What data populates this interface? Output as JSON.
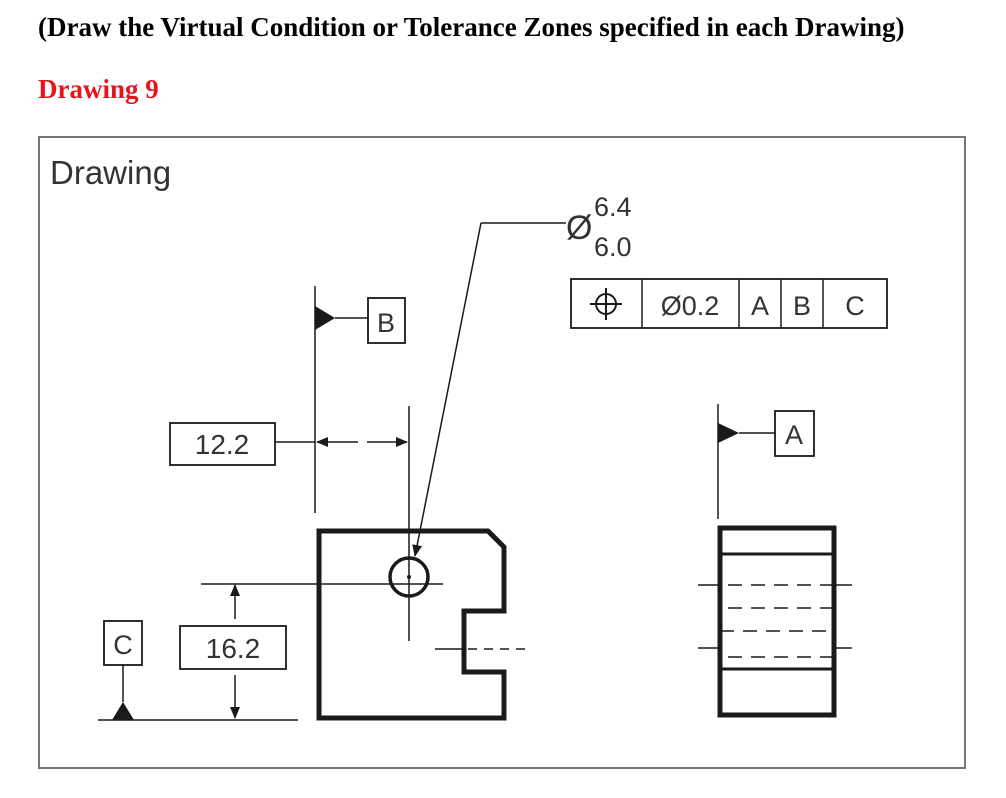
{
  "heading": "(Draw the Virtual Condition or Tolerance Zones specified in each Drawing)",
  "drawing_label": "Drawing 9",
  "colors": {
    "drawing_label": "#e8141b",
    "ink": "#1a1a1a",
    "frame": "#777777"
  },
  "figure": {
    "title": "Drawing",
    "diameter_symbol": "Ø",
    "diameter_upper": "6.4",
    "diameter_lower": "6.0",
    "fcf": {
      "characteristic_icon": "position-icon",
      "tolerance": "Ø0.2",
      "datum_1": "A",
      "datum_2": "B",
      "datum_3": "C"
    },
    "datum_b": "B",
    "datum_a": "A",
    "datum_c": "C",
    "dim_horizontal": "12.2",
    "dim_vertical": "16.2"
  }
}
